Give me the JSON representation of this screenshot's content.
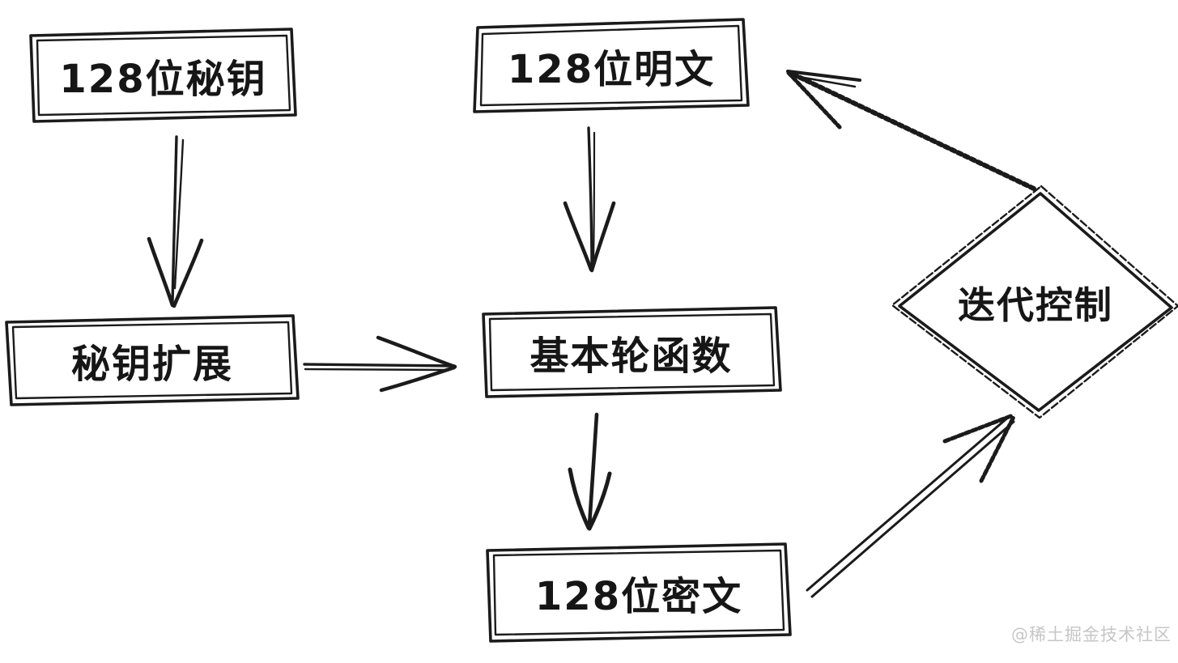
{
  "colors": {
    "ink": "#1b1b1b",
    "background": "#ffffff",
    "watermark_gray": "#c6c6c6"
  },
  "nodes": {
    "key128": {
      "label": "128位秘钥",
      "shape": "rect"
    },
    "plain128": {
      "label": "128位明文",
      "shape": "rect"
    },
    "keyexp": {
      "label": "秘钥扩展",
      "shape": "rect"
    },
    "roundfn": {
      "label": "基本轮函数",
      "shape": "rect"
    },
    "cipher128": {
      "label": "128位密文",
      "shape": "rect"
    },
    "iterctl": {
      "label": "迭代控制",
      "shape": "diamond"
    }
  },
  "edges": [
    {
      "from": "128位秘钥",
      "to": "秘钥扩展",
      "style": "double-line arrow down"
    },
    {
      "from": "128位明文",
      "to": "基本轮函数",
      "style": "double-line arrow down"
    },
    {
      "from": "秘钥扩展",
      "to": "基本轮函数",
      "style": "double-line arrow right"
    },
    {
      "from": "基本轮函数",
      "to": "128位密文",
      "style": "single-line arrow down"
    },
    {
      "from": "128位密文",
      "to": "迭代控制",
      "style": "double-line arrow up-right"
    },
    {
      "from": "迭代控制",
      "to": "128位明文",
      "style": "hatched arrow up-left"
    }
  ],
  "watermark": {
    "text": "@稀土掘金技术社区"
  }
}
